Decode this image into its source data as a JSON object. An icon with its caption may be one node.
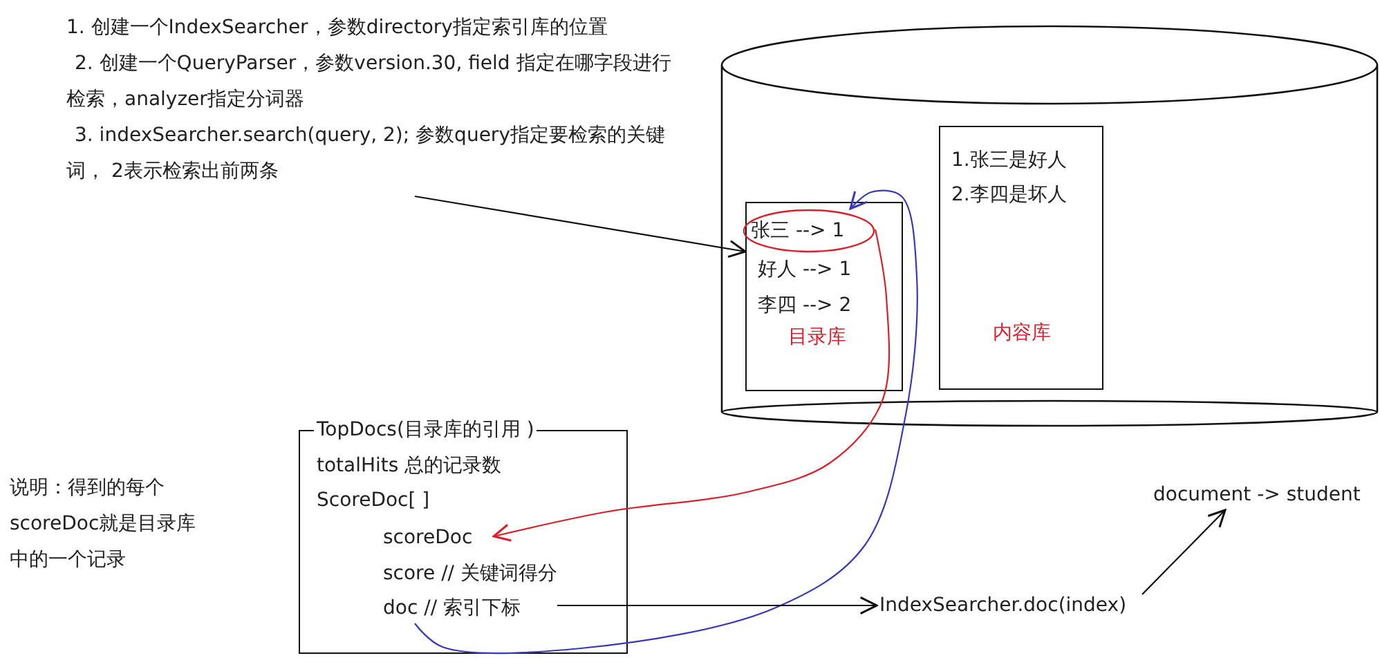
{
  "diagram": {
    "nodes": [
      {
        "text": [
          "1. 创建一个IndexSearcher，参数directory指定索引库的位置",
          "2. 创建一个QueryParser，参数version.30, field 指定在哪字段进行检索，analyzer指定分词器",
          "3. indexSearcher.search(query, 2);  参数query指定要检索的关键词， 2表示检索出前两条"
        ]
      },
      {
        "text": [],
        "shape": "cylinder"
      },
      {
        "text": [
          "好人 --> 1",
          "李四 --> 2",
          "目录库"
        ],
        "in": 1
      },
      {
        "text": [
          "张三 --> 1"
        ],
        "in": 2
      },
      {
        "text": [
          "1.张三是好人",
          "2.李四是坏人",
          "内容库"
        ],
        "in": 1
      },
      {
        "text": [
          "TopDocs(目录库的引用 )",
          "totalHits  总的记录数",
          "ScoreDoc[ ]",
          "score // 关键词得分"
        ]
      },
      {
        "text": [
          "scoreDoc"
        ],
        "in": 5
      },
      {
        "text": [
          "doc // 索引下标"
        ],
        "in": 5
      },
      {
        "text": [
          "IndexSearcher.doc(index)"
        ]
      },
      {
        "text": [
          "document -> student"
        ]
      }
    ],
    "edges": [
      {
        "from": 0,
        "to": 2,
        "arrow": "to"
      },
      {
        "from": 3,
        "to": 6,
        "arrow": "to",
        "color": "#d8202c"
      },
      {
        "from": 7,
        "to": 3,
        "arrow": "to",
        "color": "#3838b8"
      },
      {
        "from": 7,
        "to": 8,
        "arrow": "to"
      },
      {
        "from": 8,
        "to": 9,
        "arrow": "to"
      }
    ],
    "labels": [
      "说明：得到的每个scoreDoc就是目录库中的一个记录"
    ]
  }
}
